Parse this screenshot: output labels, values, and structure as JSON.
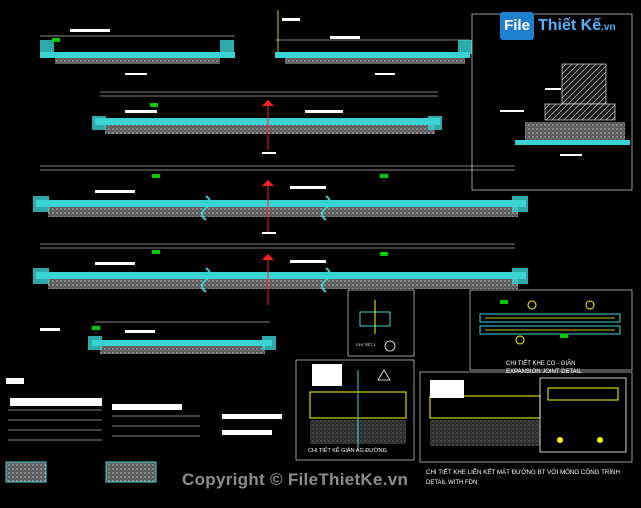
{
  "logo": {
    "file": "File",
    "brand": "Thiết Kế",
    "domain": ".vn"
  },
  "details": {
    "expansion_title_vi": "CHI TIẾT KHE CO - GIÃN",
    "expansion_title_en": "EXPANSION JOINT DETAIL",
    "connect_title_vi": "CHI TIẾT KHE LIÊN KẾT MẶT ĐƯỜNG BT VỚI MÓNG CÔNG TRÌNH",
    "connect_title_en": "DETAIL WITH FDN",
    "contraction_title_vi": "CHI TIẾT KẼ GIẢN AG ĐƯỜNG",
    "small_detail_label": "CHI TIẾT 1"
  },
  "watermark": "Copyright © FileThietKe.vn",
  "colors": {
    "slab": "#39d3d3",
    "dim": "#ffffff",
    "marker": "#00cc00",
    "axis": "#ff2020",
    "frame": "#ffffff",
    "hatch": "#9a9a9a",
    "rebar": "#ffff00"
  }
}
